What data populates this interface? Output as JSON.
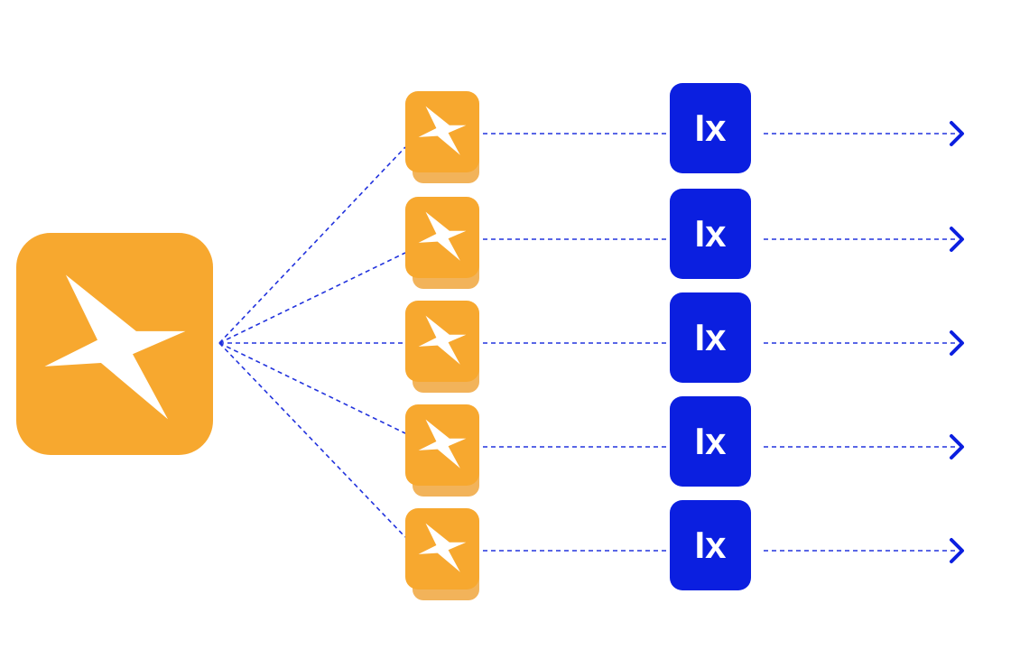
{
  "colors": {
    "source_fill": "#F7A82F",
    "clone_fill": "#F7A82F",
    "clone_shadow": "#F2B35A",
    "ix_fill": "#0B1FE0",
    "connector": "#2233DD",
    "glyph": "#ffffff"
  },
  "diagram": {
    "source": {
      "icon": "pinwheel-logo-icon"
    },
    "rows": [
      {
        "clone_icon": "pinwheel-logo-icon",
        "badge_label": "Ix",
        "arrow": "arrow-right-icon"
      },
      {
        "clone_icon": "pinwheel-logo-icon",
        "badge_label": "Ix",
        "arrow": "arrow-right-icon"
      },
      {
        "clone_icon": "pinwheel-logo-icon",
        "badge_label": "Ix",
        "arrow": "arrow-right-icon"
      },
      {
        "clone_icon": "pinwheel-logo-icon",
        "badge_label": "Ix",
        "arrow": "arrow-right-icon"
      },
      {
        "clone_icon": "pinwheel-logo-icon",
        "badge_label": "Ix",
        "arrow": "arrow-right-icon"
      }
    ]
  }
}
